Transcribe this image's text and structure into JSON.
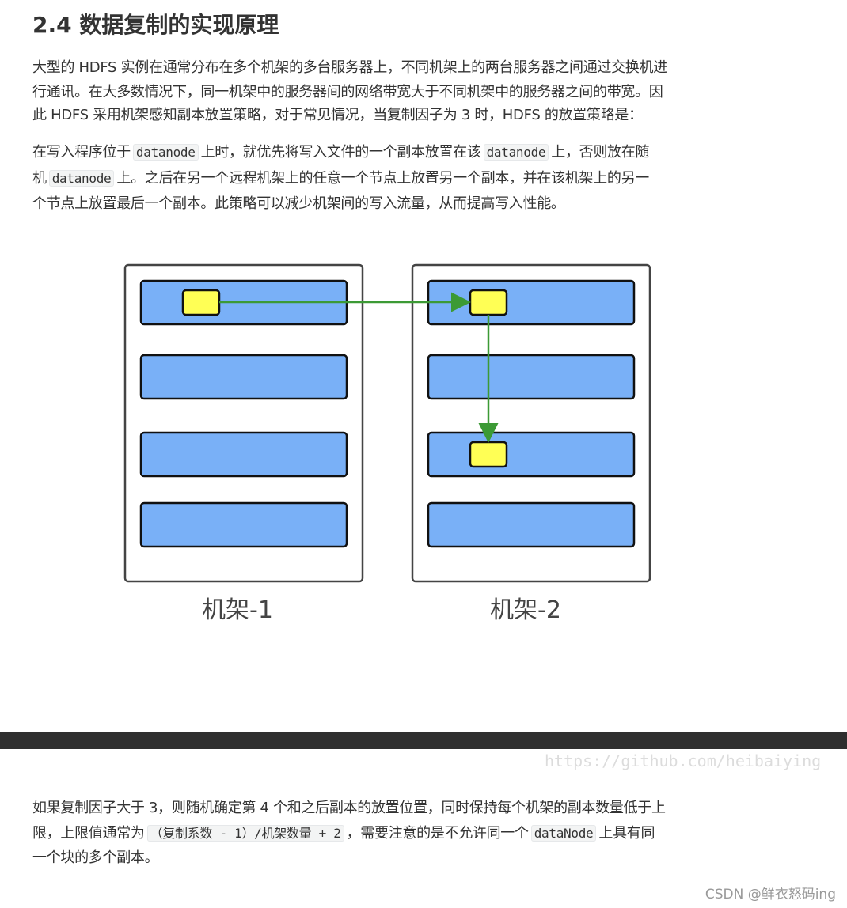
{
  "title": "2.4 数据复制的实现原理",
  "para1": [
    "大型的 HDFS 实例在通常分布在多个机架的多台服务器上，不同机架上的两台服务器之间通过交换机进",
    "行通讯。在大多数情况下，同一机架中的服务器间的网络带宽大于不同机架中的服务器之间的带宽。因",
    "此 HDFS 采用机架感知副本放置策略，对于常见情况，当复制因子为 3 时，HDFS 的放置策略是："
  ],
  "para2": {
    "l1": {
      "a": "在写入程序位于",
      "c1": "datanode",
      "b": "上时，就优先将写入文件的一个副本放置在该",
      "c2": "datanode",
      "d": "上，否则放在随"
    },
    "l2": {
      "a": "机",
      "c1": "datanode",
      "b": "上。之后在另一个远程机架上的任意一个节点上放置另一个副本，并在该机架上的另一"
    },
    "l3": "个节点上放置最后一个副本。此策略可以减少机架间的写入流量，从而提高写入性能。"
  },
  "diagram": {
    "rack1_label": "机架-1",
    "rack2_label": "机架-2",
    "colors": {
      "server": "#79b0f7",
      "block": "#ffff55",
      "arrow": "#3c9a35"
    }
  },
  "watermark": "https://github.com/heibaiying",
  "para3": {
    "l1": "如果复制因子大于 3，则随机确定第 4 个和之后副本的放置位置，同时保持每个机架的副本数量低于上",
    "l2": {
      "a": "限，上限值通常为",
      "c1": "（复制系数 - 1）/机架数量 + 2",
      "b": "，需要注意的是不允许同一个",
      "c2": "dataNode",
      "d": "上具有同"
    },
    "l3": "一个块的多个副本。"
  },
  "csdn": "CSDN @鲜衣怒码ing"
}
